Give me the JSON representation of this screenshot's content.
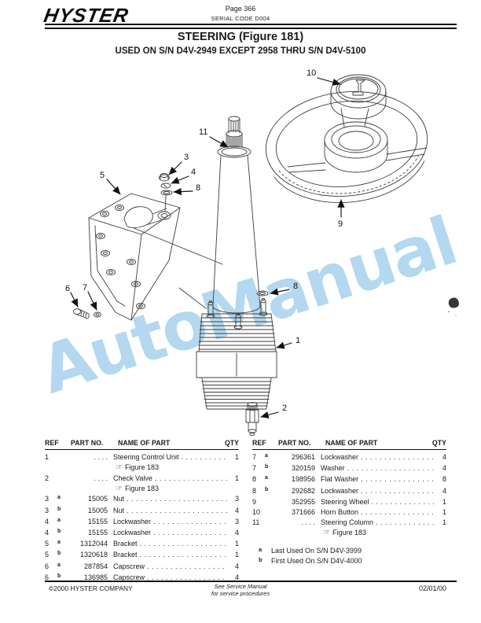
{
  "page": {
    "brand": "HYSTER",
    "page_label": "Page 366",
    "serial_code": "SERIAL CODE D004",
    "title": "STEERING (Figure 181)",
    "subtitle": "USED ON S/N D4V-2949 EXCEPT 2958 THRU S/N D4V-5100"
  },
  "watermark": {
    "text": "AutoManual",
    "color": "#b3d8ef"
  },
  "diagram": {
    "callouts": {
      "c1": "1",
      "c2": "2",
      "c3": "3",
      "c4": "4",
      "c5": "5",
      "c6": "6",
      "c7": "7",
      "c8a": "8",
      "c8b": "8",
      "c9": "9",
      "c10": "10",
      "c11": "11"
    }
  },
  "tables": {
    "headers": {
      "ref": "REF",
      "part_no": "PART NO.",
      "name": "NAME OF PART",
      "qty": "QTY"
    },
    "fig_icon": "☞",
    "fig_ref": "Figure 183",
    "left_rows": [
      {
        "ref": "1",
        "sup": "",
        "part": ". . . .",
        "name": "Steering Control Unit",
        "qty": "1"
      },
      {
        "ref": "2",
        "sup": "",
        "part": ". . . .",
        "name": "Check Valve",
        "qty": "1"
      },
      {
        "ref": "3",
        "sup": "a",
        "part": "15005",
        "name": "Nut",
        "qty": "3"
      },
      {
        "ref": "3",
        "sup": "b",
        "part": "15005",
        "name": "Nut",
        "qty": "4"
      },
      {
        "ref": "4",
        "sup": "a",
        "part": "15155",
        "name": "Lockwasher",
        "qty": "3"
      },
      {
        "ref": "4",
        "sup": "b",
        "part": "15155",
        "name": "Lockwasher",
        "qty": "4"
      },
      {
        "ref": "5",
        "sup": "a",
        "part": "1312044",
        "name": "Bracket",
        "qty": "1"
      },
      {
        "ref": "5",
        "sup": "b",
        "part": "1320618",
        "name": "Bracket",
        "qty": "1"
      },
      {
        "ref": "6",
        "sup": "a",
        "part": "287854",
        "name": "Capscrew",
        "qty": "4"
      },
      {
        "ref": "6",
        "sup": "b",
        "part": "136985",
        "name": "Capscrew",
        "qty": "4"
      }
    ],
    "right_rows": [
      {
        "ref": "7",
        "sup": "a",
        "part": "296361",
        "name": "Lockwasher",
        "qty": "4"
      },
      {
        "ref": "7",
        "sup": "b",
        "part": "320159",
        "name": "Washer",
        "qty": "4"
      },
      {
        "ref": "8",
        "sup": "a",
        "part": "198956",
        "name": "Flat Washer",
        "qty": "8"
      },
      {
        "ref": "8",
        "sup": "b",
        "part": "292682",
        "name": "Lockwasher",
        "qty": "4"
      },
      {
        "ref": "9",
        "sup": "",
        "part": "352955",
        "name": "Steering Wheel",
        "qty": "1"
      },
      {
        "ref": "10",
        "sup": "",
        "part": "371666",
        "name": "Horn Button",
        "qty": "1"
      },
      {
        "ref": "11",
        "sup": "",
        "part": ". . . .",
        "name": "Steering Column",
        "qty": "1"
      }
    ],
    "footnotes": [
      {
        "key": "a",
        "text": "Last Used On S/N D4V-3999"
      },
      {
        "key": "b",
        "text": "First Used On S/N D4V-4000"
      }
    ]
  },
  "footer": {
    "copyright": "©2000 HYSTER COMPANY",
    "center_line1": "See Service Manual",
    "center_line2": "for service procedures",
    "date": "02/01/00"
  }
}
